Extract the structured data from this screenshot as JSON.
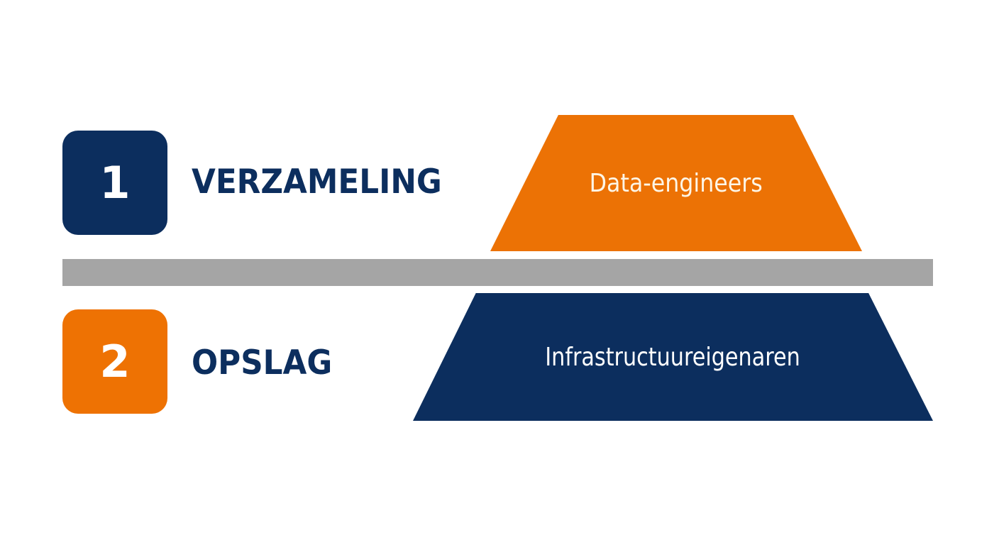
{
  "colors": {
    "navy": "#0c2e5e",
    "orange": "#ee7203",
    "divider_gray": "#a5a5a5",
    "background": "#ffffff"
  },
  "steps": [
    {
      "number": "1",
      "label": "VERZAMELING",
      "color": "#0c2e5e"
    },
    {
      "number": "2",
      "label": "OPSLAG",
      "color": "#ee7203"
    }
  ],
  "pyramid": {
    "top_layer": {
      "label": "Data-engineers",
      "color": "#ec7205"
    },
    "bottom_layer": {
      "label": "Infrastructuureigenaren",
      "color": "#0c2e5e"
    }
  }
}
